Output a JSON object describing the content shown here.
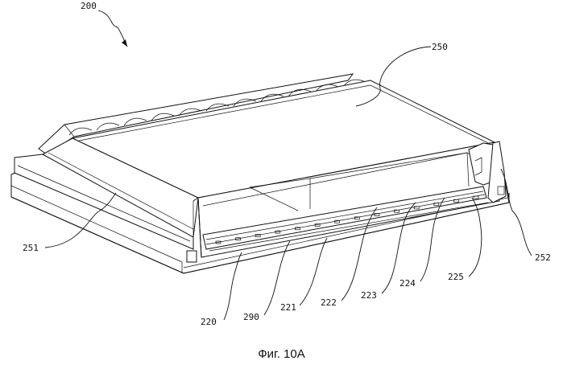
{
  "figure": {
    "caption": "Фиг. 10А",
    "labels": {
      "l200": "200",
      "l250": "250",
      "l251": "251",
      "l252": "252",
      "l220": "220",
      "l290": "290",
      "l221": "221",
      "l222": "222",
      "l223": "223",
      "l224": "224",
      "l225": "225"
    }
  }
}
